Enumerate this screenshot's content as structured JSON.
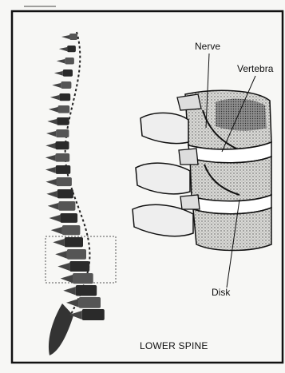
{
  "labels": {
    "nerve": "Nerve",
    "vertebra": "Vertebra",
    "disk": "Disk"
  },
  "caption": "LOWER SPINE",
  "colors": {
    "ink": "#111111",
    "paper": "#f7f7f5",
    "bone_shade": "#9a9a9a"
  }
}
